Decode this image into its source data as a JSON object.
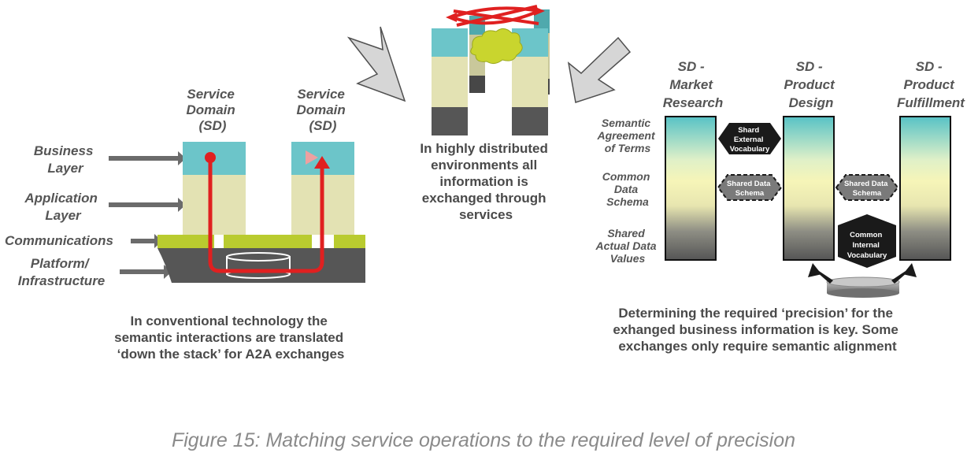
{
  "left_panel": {
    "sd_left": [
      "Service",
      "Domain",
      "(SD)"
    ],
    "sd_right": [
      "Service",
      "Domain",
      "(SD)"
    ],
    "layers": {
      "business": [
        "Business",
        "Layer"
      ],
      "application": [
        "Application",
        "Layer"
      ],
      "communications": "Communications",
      "platform": [
        "Platform/",
        "Infrastructure"
      ]
    },
    "caption": [
      "In conventional technology the",
      "semantic interactions are translated",
      "‘down the stack’ for A2A exchanges"
    ]
  },
  "middle_panel": {
    "caption": [
      "In highly distributed",
      "environments all",
      "information is",
      "exchanged through",
      "services"
    ]
  },
  "right_panel": {
    "columns": {
      "market_research": [
        "SD -",
        "Market",
        "Research"
      ],
      "product_design": [
        "SD -",
        "Product",
        "Design"
      ],
      "product_fulfillment": [
        "SD -",
        "Product",
        "Fulfillment"
      ]
    },
    "row_labels": {
      "semantic": [
        "Semantic",
        "Agreement",
        "of Terms"
      ],
      "schema": [
        "Common",
        "Data",
        "Schema"
      ],
      "values": [
        "Shared",
        "Actual Data",
        "Values"
      ]
    },
    "boxes": {
      "shard_vocab": [
        "Shard",
        "External",
        "Vocabulary"
      ],
      "schema_left": [
        "Shared Data",
        "Schema"
      ],
      "schema_right": [
        "Shared Data",
        "Schema"
      ],
      "common_vocab": [
        "Common",
        "Internal",
        "Vocabulary"
      ]
    },
    "caption": [
      "Determining the required ‘precision’ for the",
      "exhanged business information is key. Some",
      "exchanges only require semantic alignment"
    ]
  },
  "figure_caption": "Figure 15: Matching service operations to the required level of precision",
  "colors": {
    "business": "#6cc5c9",
    "application": "#e3e2b3",
    "communications": "#b9cb2f",
    "platform": "#565656",
    "arrow_red": "#e02020",
    "text_gray": "#555555"
  }
}
